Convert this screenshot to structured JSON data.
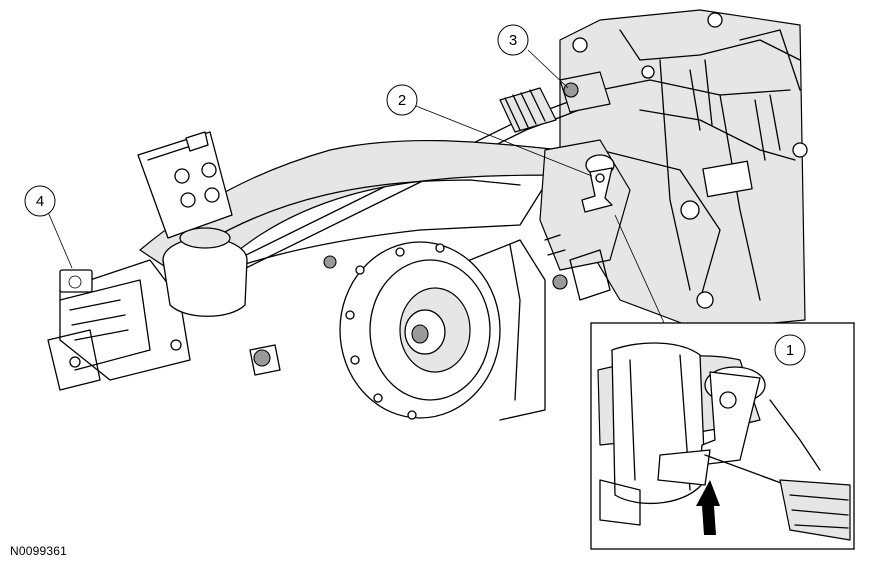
{
  "callouts": [
    {
      "id": "callout-1",
      "label": "1"
    },
    {
      "id": "callout-2",
      "label": "2"
    },
    {
      "id": "callout-3",
      "label": "3"
    },
    {
      "id": "callout-4",
      "label": "4"
    }
  ],
  "figure_id": "N0099361",
  "colors": {
    "line": "#000000",
    "shade": "#e6e6e6",
    "dark": "#9a9a9a",
    "background": "#ffffff"
  }
}
